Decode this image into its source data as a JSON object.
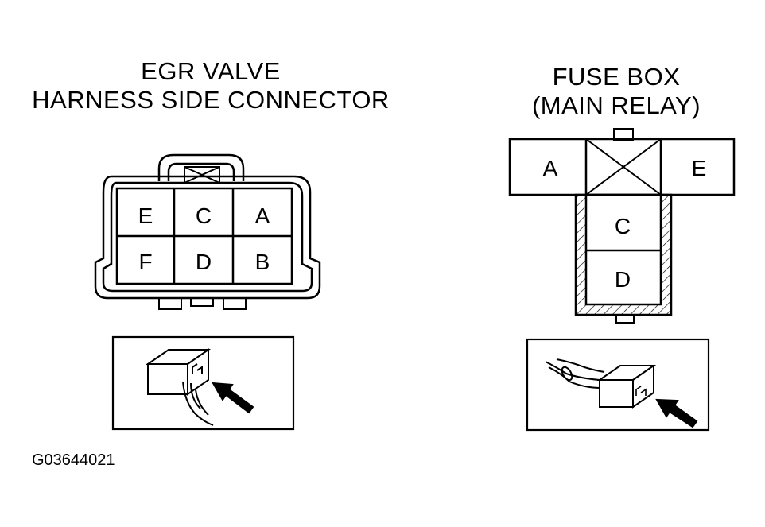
{
  "egr": {
    "title_line1": "EGR VALVE",
    "title_line2": "HARNESS SIDE CONNECTOR",
    "terminals": [
      "E",
      "C",
      "A",
      "F",
      "D",
      "B"
    ]
  },
  "fuse_box": {
    "title_line1": "FUSE BOX",
    "title_line2": "(MAIN RELAY)",
    "terminals": [
      "A",
      "E",
      "C",
      "D"
    ]
  },
  "figure_id": "G03644021"
}
